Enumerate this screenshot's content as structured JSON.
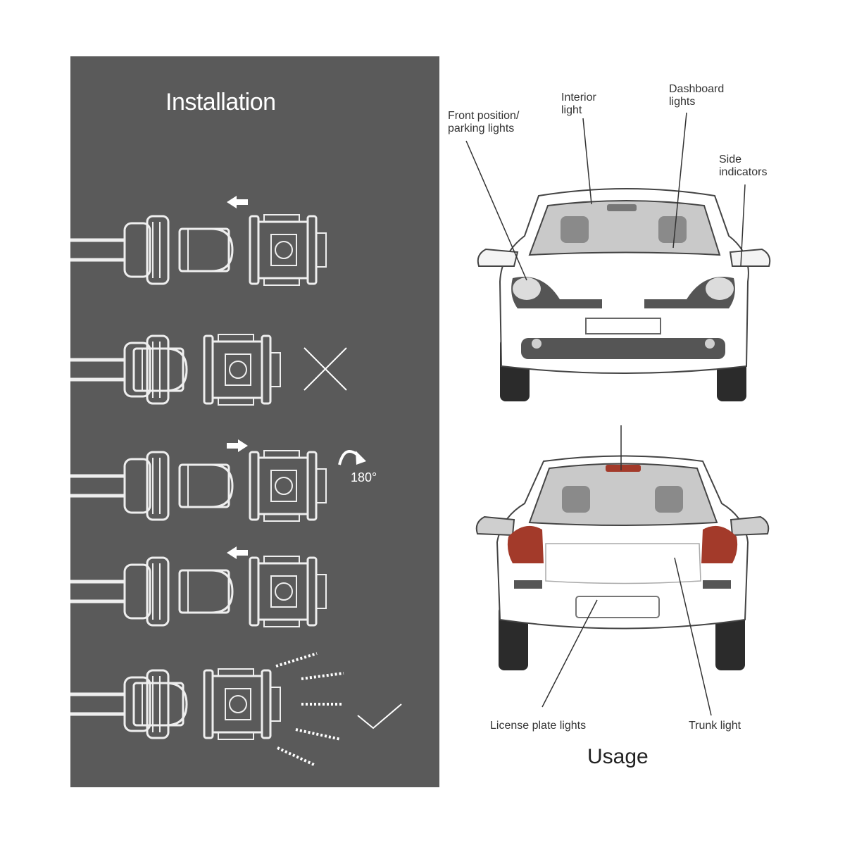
{
  "installation": {
    "title": "Installation",
    "rotation_label": "180°"
  },
  "usage": {
    "title": "Usage",
    "labels": {
      "front_position": "Front position/\nparking lights",
      "interior_light": "Interior\nlight",
      "dashboard_lights": "Dashboard\nlights",
      "side_indicators": "Side\nindicators",
      "license_plate": "License plate lights",
      "trunk_light": "Trunk light"
    }
  },
  "colors": {
    "panel": "#5a5a5a",
    "line_light": "#e8e8e8",
    "tail_light": "#a33a2a",
    "tire": "#2b2b2b"
  }
}
